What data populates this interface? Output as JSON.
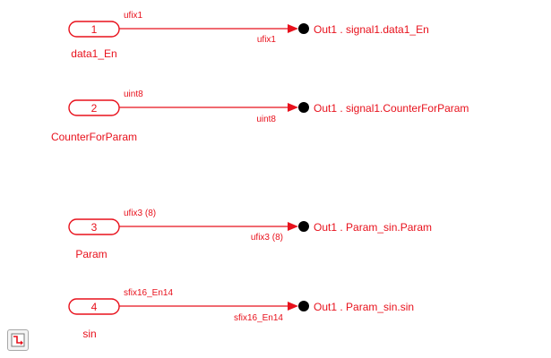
{
  "colors": {
    "accent": "#e8111c",
    "port_dot": "#000000"
  },
  "ports": [
    {
      "number": "1",
      "name": "data1_En",
      "type_src": "ufix1",
      "type_dst": "ufix1",
      "target_label": "Out1 . signal1.data1_En"
    },
    {
      "number": "2",
      "name": "CounterForParam",
      "type_src": "uint8",
      "type_dst": "uint8",
      "target_label": "Out1 . signal1.CounterForParam"
    },
    {
      "number": "3",
      "name": "Param",
      "type_src": "ufix3 (8)",
      "type_dst": "ufix3 (8)",
      "target_label": "Out1 . Param_sin.Param"
    },
    {
      "number": "4",
      "name": "sin",
      "type_src": "sfix16_En14",
      "type_dst": "sfix16_En14",
      "target_label": "Out1 . Param_sin.sin"
    }
  ],
  "corner_button": {
    "icon": "signal-routing-icon"
  }
}
